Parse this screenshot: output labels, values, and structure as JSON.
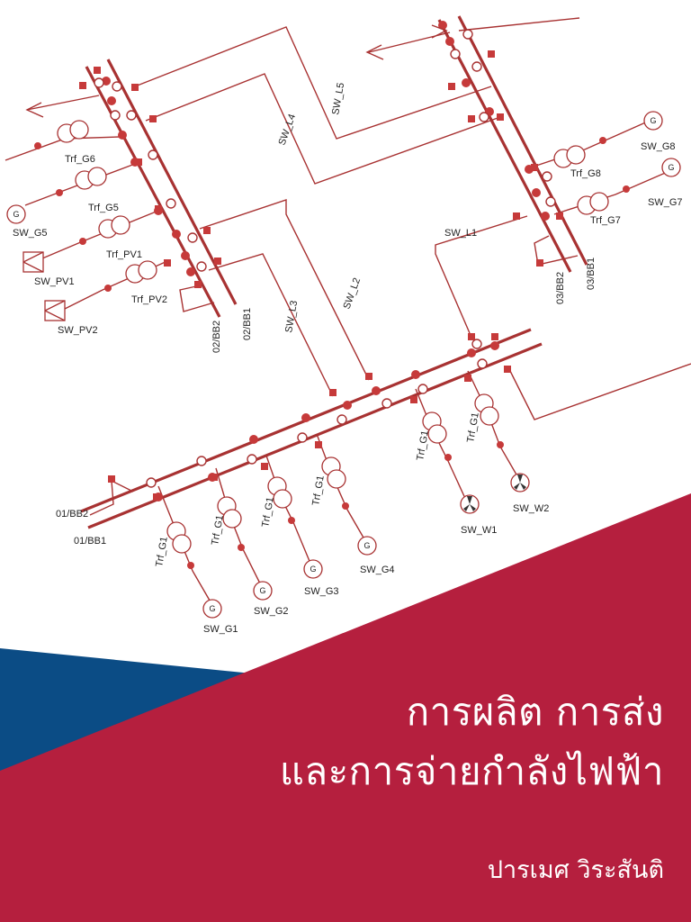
{
  "cover": {
    "title_line1": "การผลิต การส่ง",
    "title_line2": "และการจ่ายกำลังไฟฟ้า",
    "author": "ปารเมศ วิระสันติ"
  },
  "colors": {
    "crimson": "#B51F3E",
    "navy": "#0B4C85",
    "diagram_line": "#A83232",
    "breaker": "#C63A3A"
  },
  "diagram": {
    "labels": {
      "bb01_2": "01/BB2",
      "bb01_1": "01/BB1",
      "bb02_2": "02/BB2",
      "bb02_1": "02/BB1",
      "bb03_2": "03/BB2",
      "bb03_1": "03/BB1",
      "sw_l1": "SW_L1",
      "sw_l2": "SW_L2",
      "sw_l3": "SW_L3",
      "sw_l4": "SW_L4",
      "sw_l5": "SW_L5",
      "trf_g6": "Trf_G6",
      "trf_g5": "Trf_G5",
      "trf_pv1": "Trf_PV1",
      "trf_pv2": "Trf_PV2",
      "trf_g8": "Trf_G8",
      "trf_g7": "Trf_G7",
      "trf_g1_a": "Trf_G1",
      "trf_g1_b": "Trf_G1",
      "trf_g1_c": "Trf_G1",
      "trf_g1_d": "Trf_G1",
      "trf_g1_e": "Trf_G1",
      "trf_g1_f": "Trf_G1",
      "sw_g1": "SW_G1",
      "sw_g2": "SW_G2",
      "sw_g3": "SW_G3",
      "sw_g4": "SW_G4",
      "sw_g5": "SW_G5",
      "sw_g7": "SW_G7",
      "sw_g8": "SW_G8",
      "sw_pv1": "SW_PV1",
      "sw_pv2": "SW_PV2",
      "sw_w1": "SW_W1",
      "sw_w2": "SW_W2"
    }
  }
}
